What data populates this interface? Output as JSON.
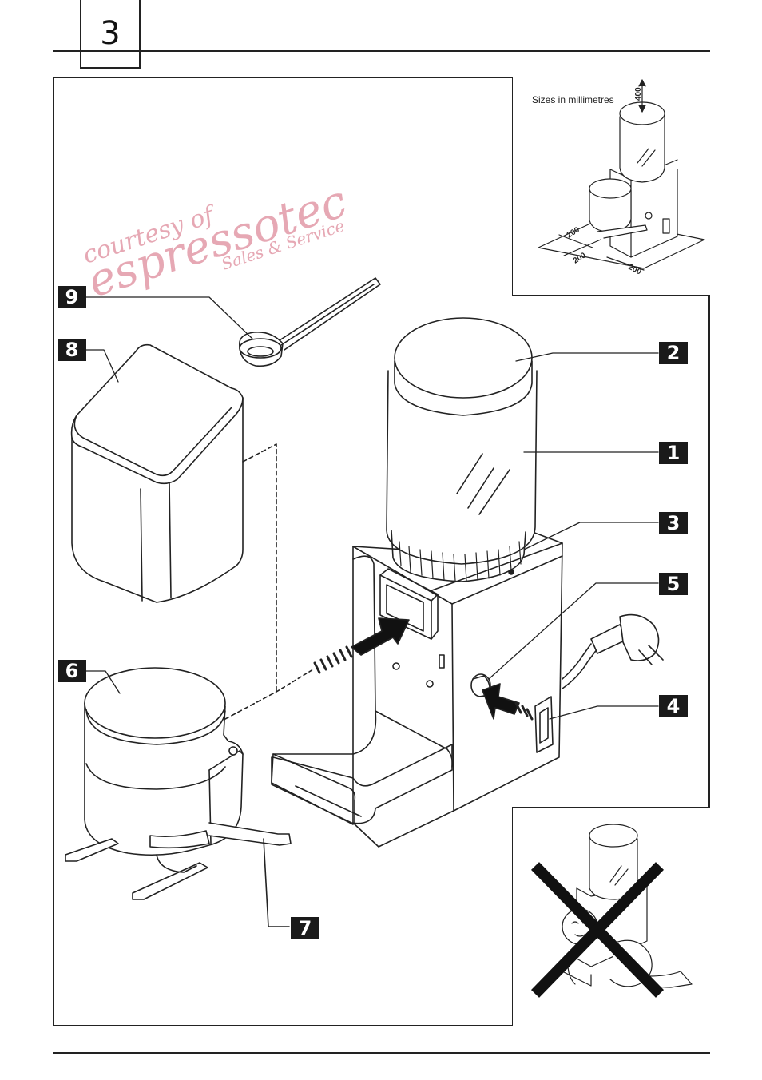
{
  "page": {
    "number": "3"
  },
  "inset_top": {
    "caption": "Sizes in millimetres",
    "dim_height": "400",
    "dim_a": "200",
    "dim_b": "200",
    "dim_c": "200"
  },
  "watermark": {
    "line1": "courtesy of",
    "line2": "espressotec",
    "line3": "Sales & Service"
  },
  "callouts": [
    {
      "id": "1",
      "label": "1"
    },
    {
      "id": "2",
      "label": "2"
    },
    {
      "id": "3",
      "label": "3"
    },
    {
      "id": "4",
      "label": "4"
    },
    {
      "id": "5",
      "label": "5"
    },
    {
      "id": "6",
      "label": "6"
    },
    {
      "id": "7",
      "label": "7"
    },
    {
      "id": "8",
      "label": "8"
    },
    {
      "id": "9",
      "label": "9"
    }
  ],
  "colors": {
    "line": "#222222",
    "callout_bg": "#1a1a1a",
    "watermark": "#e6a8b4"
  }
}
